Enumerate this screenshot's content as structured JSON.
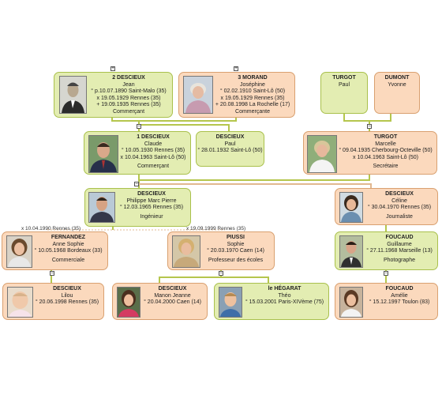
{
  "tree": {
    "people": {
      "jean": {
        "surname": "2 DESCIEUX",
        "given": "Jean",
        "lines": [
          "° p.10.07.1890 Saint-Malo (35)",
          "x 19.05.1929 Rennes (35)",
          "+ 19.09.1935 Rennes (35)"
        ],
        "occupation": "Commerçant",
        "photo": "man-portrait-photo"
      },
      "josephine": {
        "surname": "3 MORAND",
        "given": "Joséphine",
        "lines": [
          "° 02.02.1910 Saint-Lô (50)",
          "x 19.05.1929 Rennes (35)",
          "+ 20.08.1998 La Rochelle (17)"
        ],
        "occupation": "Commerçante",
        "photo": "woman-portrait-photo"
      },
      "paul_turgot": {
        "surname": "TURGOT",
        "given": "Paul"
      },
      "yvonne": {
        "surname": "DUMONT",
        "given": "Yvonne"
      },
      "claude": {
        "surname": "1 DESCIEUX",
        "given": "Claude",
        "lines": [
          "° 10.05.1930 Rennes (35)",
          "x 10.04.1963 Saint-Lô (50)"
        ],
        "occupation": "Commerçant",
        "photo": "man-portrait-photo"
      },
      "paul_d": {
        "surname": "DESCIEUX",
        "given": "Paul",
        "lines": [
          "° 28.01.1932 Saint-Lô (50)"
        ]
      },
      "marcelle": {
        "surname": "TURGOT",
        "given": "Marcelle",
        "lines": [
          "° 09.04.1935 Cherbourg-Octeville (50)",
          "x 10.04.1963 Saint-Lô (50)"
        ],
        "occupation": "Secrétaire",
        "photo": "woman-portrait-photo"
      },
      "philippe": {
        "surname": "DESCIEUX",
        "given": "Philippe Marc Pierre",
        "lines": [
          "° 12.03.1965 Rennes (35)"
        ],
        "occupation": "Ingénieur",
        "photo": "man-portrait-photo"
      },
      "celine": {
        "surname": "DESCIEUX",
        "given": "Céline",
        "lines": [
          "° 30.04.1970 Rennes (35)"
        ],
        "occupation": "Journaliste",
        "photo": "woman-portrait-photo"
      },
      "anne": {
        "surname": "FERNANDEZ",
        "given": "Anne Sophie",
        "lines": [
          "° 10.05.1968 Bordeaux (33)"
        ],
        "occupation": "Commerciale",
        "photo": "woman-portrait-photo"
      },
      "sophie": {
        "surname": "PIUSSI",
        "given": "Sophie",
        "lines": [
          "° 20.03.1970 Caen (14)"
        ],
        "occupation": "Professeur des écoles",
        "photo": "woman-portrait-photo"
      },
      "guillaume": {
        "surname": "FOUCAUD",
        "given": "Guillaume",
        "lines": [
          "° 27.11.1968 Marseille (13)"
        ],
        "occupation": "Photographe",
        "photo": "man-portrait-photo"
      },
      "lilou": {
        "surname": "DESCIEUX",
        "given": "Lilou",
        "lines": [
          "° 20.06.1998 Rennes (35)"
        ],
        "photo": "baby-portrait-photo"
      },
      "manon": {
        "surname": "DESCIEUX",
        "given": "Manon Jeanne",
        "lines": [
          "° 20.04.2000 Caen (14)"
        ],
        "photo": "girl-portrait-photo"
      },
      "theo": {
        "surname": "le HÉGARAT",
        "given": "Théo",
        "lines": [
          "° 15.03.2001 Paris-XIVème (75)"
        ],
        "photo": "boy-portrait-photo"
      },
      "amelie": {
        "surname": "FOUCAUD",
        "given": "Amélie",
        "lines": [
          "° 15.12.1997 Toulon (83)"
        ],
        "photo": "girl-portrait-photo"
      }
    },
    "marriages": {
      "philippe_anne": "x 10.04.1990 Rennes (35)",
      "philippe_sophie": "x 19.09.1999 Rennes (35)"
    },
    "toggles": {
      "expand": "+",
      "collapse": "−"
    },
    "colors": {
      "male_bg": "#e3edb2",
      "male_border": "#a9c04c",
      "female_bg": "#fbd9bd",
      "female_border": "#d9a070",
      "line_green": "#b5c64d",
      "line_orange": "#e1b890"
    }
  }
}
